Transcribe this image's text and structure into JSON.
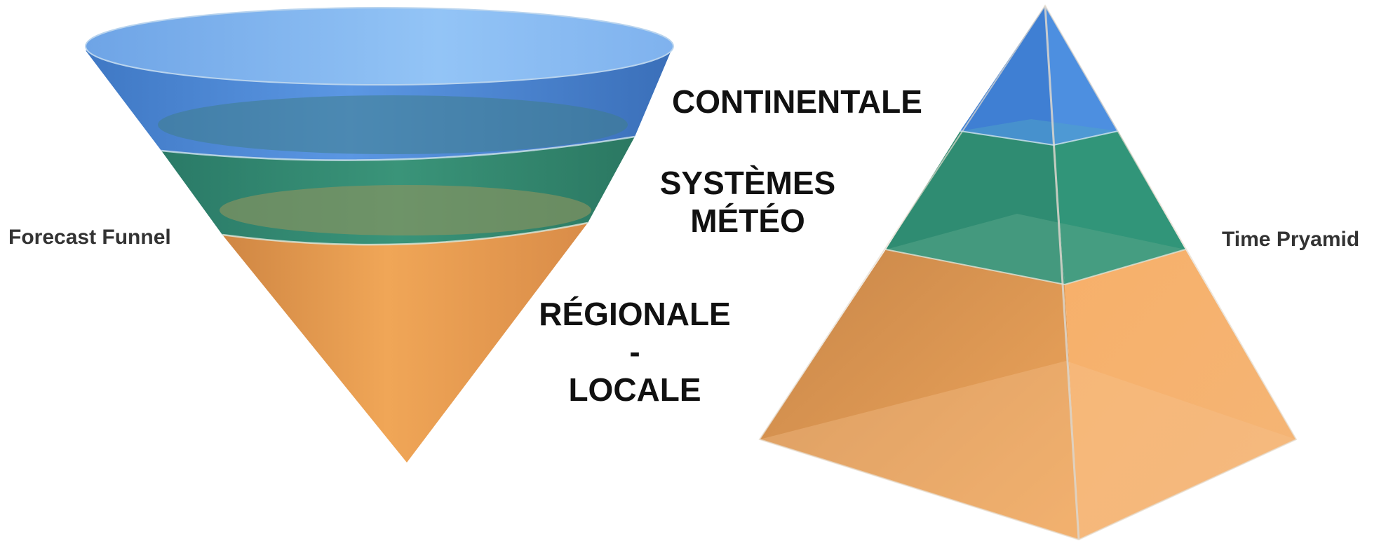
{
  "funnel": {
    "label": "Forecast Funnel"
  },
  "pyramid": {
    "label": "Time Pryamid"
  },
  "levels": [
    {
      "lines": [
        "CONTINENTALE"
      ],
      "color": "#4a86d6"
    },
    {
      "lines": [
        "SYSTÈMES",
        "MÉTÉO"
      ],
      "color": "#2f8f73"
    },
    {
      "lines": [
        "RÉGIONALE",
        "-",
        "LOCALE"
      ],
      "color": "#f2a559"
    }
  ],
  "colors": {
    "blue": "#4a86d6",
    "blue_light": "#8fc0f5",
    "green": "#2f8f73",
    "orange": "#f2a559",
    "orange_light": "#f7bb7a"
  }
}
